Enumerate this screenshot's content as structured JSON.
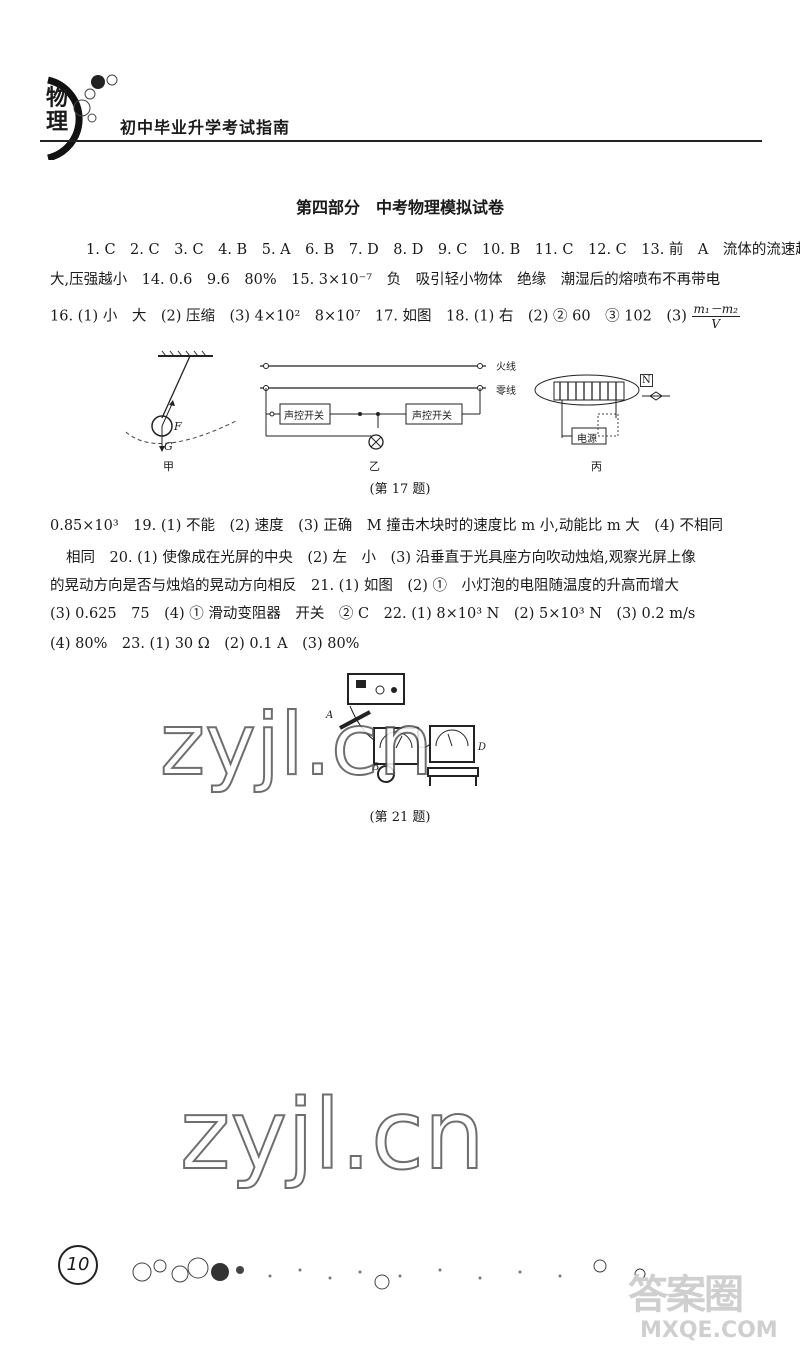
{
  "header": {
    "subject": "物理",
    "series_title": "初中毕业升学考试指南"
  },
  "section_title": "第四部分　中考物理模拟试卷",
  "answers": {
    "line1": "1. C　2. C　3. C　4. B　5. A　6. B　7. D　8. D　9. C　10. B　11. C　12. C　13. 前　A　流体的流速越",
    "line2": "大,压强越小　14. 0.6　9.6　80%　15. 3×10⁻⁷　负　吸引轻小物体　绝缘　潮湿后的熔喷布不再带电",
    "line3": "16. (1) 小　大　(2) 压缩　(3) 4×10²　8×10⁷　17. 如图　18. (1) 右　(2) ② 60　③ 102　(3)",
    "line3_frac_num": "m₁－m₂",
    "line3_frac_den": "V",
    "line4": "0.85×10³　19. (1) 不能　(2) 速度　(3) 正确　M 撞击木块时的速度比 m 小,动能比 m 大　(4) 不相同",
    "line5": "相同　20. (1) 使像成在光屏的中央　(2) 左　小　(3) 沿垂直于光具座方向吹动烛焰,观察光屏上像",
    "line6": "的晃动方向是否与烛焰的晃动方向相反　21. (1) 如图　(2) ①　小灯泡的电阻随温度的升高而增大",
    "line7": "(3) 0.625　75　(4) ① 滑动变阻器　开关　② C　22. (1) 8×10³ N　(2) 5×10³ N　(3) 0.2 m/s",
    "line8": "(4) 80%　23. (1) 30 Ω　(2) 0.1 A　(3) 80%"
  },
  "figure17": {
    "caption": "(第 17 题)",
    "panel_a": {
      "label": "甲",
      "force_f": "F",
      "force_g": "G"
    },
    "panel_b": {
      "label": "乙",
      "live_wire": "火线",
      "neutral_wire": "零线",
      "switch1": "声控开关",
      "switch2": "声控开关"
    },
    "panel_c": {
      "label": "丙",
      "pole": "N",
      "power": "电源"
    }
  },
  "figure21": {
    "caption": "(第 21 题)",
    "label_a": "A",
    "label_b": "B",
    "label_d": "D"
  },
  "watermarks": {
    "mid": "zyjl.cn",
    "bottom": "zyjl.cn",
    "corner": "答案圈",
    "corner_url": "MXQE.COM"
  },
  "footer": {
    "page_number": "10"
  }
}
